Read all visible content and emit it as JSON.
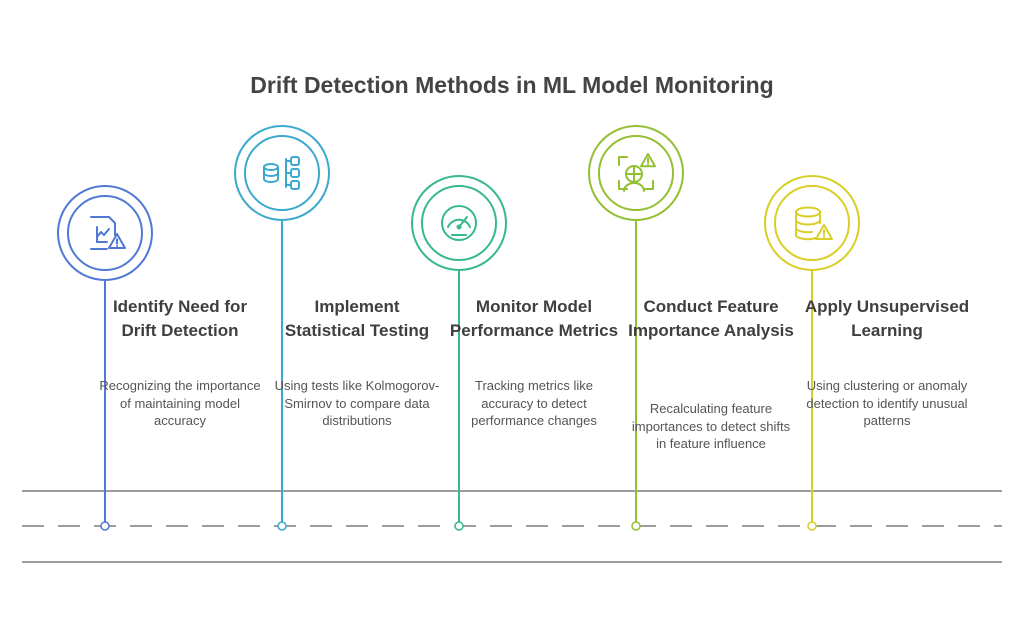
{
  "title": "Drift Detection Methods in ML Model Monitoring",
  "steps": [
    {
      "title": "Identify Need for Drift Detection",
      "description": "Recognizing the importance of maintaining model accuracy",
      "icon": "document-chart-warning-icon",
      "color": "#4f79d4"
    },
    {
      "title": "Implement Statistical Testing",
      "description": "Using tests like Kolmogorov-Smirnov to compare data distributions",
      "icon": "database-hierarchy-icon",
      "color": "#3aa9cd"
    },
    {
      "title": "Monitor Model Performance Metrics",
      "description": "Tracking metrics like accuracy to detect performance changes",
      "icon": "gauge-icon",
      "color": "#37b98a"
    },
    {
      "title": "Conduct Feature Importance Analysis",
      "description": "Recalculating feature importances to detect shifts in feature influence",
      "icon": "face-scan-warning-icon",
      "color": "#93bf33"
    },
    {
      "title": "Apply Unsupervised Learning",
      "description": "Using clustering or anomaly detection to identify unusual patterns",
      "icon": "database-warning-icon",
      "color": "#d9cf26"
    }
  ]
}
